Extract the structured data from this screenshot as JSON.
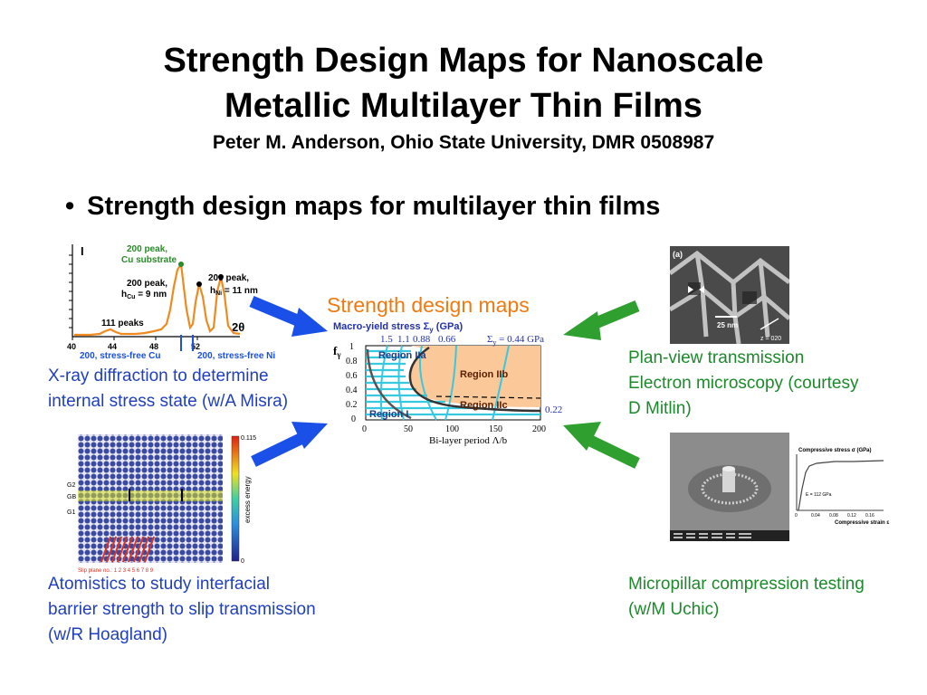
{
  "slide": {
    "title_line1": "Strength Design Maps for Nanoscale",
    "title_line2": "Metallic Multilayer Thin Films",
    "subtitle": "Peter M. Anderson, Ohio State University, DMR 0508987",
    "bullet": "Strength design maps for multilayer thin films"
  },
  "xrd": {
    "y_label": "I",
    "x_label": "2θ",
    "x_ticks": [
      "40",
      "44",
      "48",
      "52"
    ],
    "peak_cu_substrate": "200 peak,",
    "peak_cu_substrate2": "Cu substrate",
    "peak_cu_left1": "200 peak,",
    "peak_cu_left2": "h",
    "peak_cu_left_sub": "Cu",
    "peak_cu_left3": " = 9 nm",
    "peak_ni_1": "200 peak,",
    "peak_ni_2": "h",
    "peak_ni_sub": "Ni",
    "peak_ni_3": " = 11 nm",
    "peak_111": "111 peaks",
    "stress_free_cu": "200, stress-free Cu",
    "stress_free_ni": "200, stress-free Ni",
    "caption_line1": "X-ray diffraction to determine",
    "caption_line2": "internal stress state (w/A Misra)"
  },
  "atomistics": {
    "cbar_max": "0.115",
    "cbar_min": "0",
    "cbar_label": "excess energy",
    "label_g2": "G2",
    "label_gb": "GB",
    "label_g1": "G1",
    "slip_plane": "Slip plane no.: 1 2 3 4 5 6 7 8 9",
    "caption_line1": "Atomistics to study interfacial",
    "caption_line2": "barrier strength to slip transmission",
    "caption_line3": "(w/R Hoagland)"
  },
  "map": {
    "heading": "Strength design maps",
    "chart_title": "Macro-yield stress Σ",
    "chart_title_sub": "y",
    "chart_title_unit": " (GPa)",
    "contours_top": [
      "1.5",
      "1.1",
      "0.88",
      "0.66"
    ],
    "sigma_label": "Σ",
    "sigma_sub": "y",
    "sigma_value": " = 0.44 GPa",
    "right_value": "0.22",
    "y_label": "f",
    "y_label_sub": "γ",
    "y_ticks": [
      "1",
      "0.8",
      "0.6",
      "0.4",
      "0.2",
      "0"
    ],
    "x_ticks": [
      "0",
      "50",
      "100",
      "150",
      "200"
    ],
    "x_label": "Bi-layer period Λ/b",
    "region_2a": "Region IIa",
    "region_2b": "Region IIb",
    "region_2c": "Region IIc",
    "region_1": "Region I"
  },
  "tem": {
    "tag": "(a)",
    "scale": "25 nm",
    "zone": "z = 020",
    "caption_line1": "Plan-view transmission",
    "caption_line2": "Electron microscopy (courtesy",
    "caption_line3": "D Mitlin)"
  },
  "pillar": {
    "plot_title": "Compressive stress σ (GPa)",
    "plot_xlabel": "Compressive strain ε",
    "plot_modulus": "E = 112 GPa",
    "plot_x_ticks": [
      "0",
      "0.04",
      "0.08",
      "0.12",
      "0.16"
    ],
    "caption_line1": "Micropillar compression testing",
    "caption_line2": "(w/M Uchic)"
  },
  "colors": {
    "arrow_blue": "#1a4fe8",
    "arrow_green": "#2fa02f",
    "caption_blue": "#1f3fbf",
    "caption_green": "#1c8a2a",
    "map_orange": "#f07a10",
    "region_cyan": "#37c9e0",
    "region_peach": "#fbc89a"
  }
}
